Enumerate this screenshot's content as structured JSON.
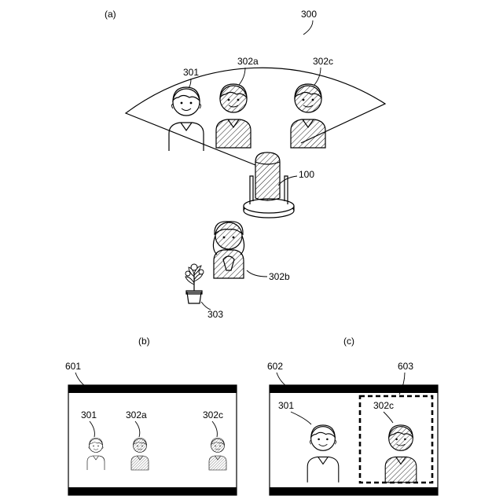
{
  "panels": {
    "a": "(a)",
    "b": "(b)",
    "c": "(c)"
  },
  "labels": {
    "range": "300",
    "person1": "301",
    "person2a": "302a",
    "person2c": "302c",
    "person2b": "302b",
    "device": "100",
    "plant": "303",
    "screen_b": "601",
    "screen_c": "602",
    "frame": "603",
    "b_person1": "301",
    "b_person2a": "302a",
    "b_person2c": "302c",
    "c_person1": "301",
    "c_person2c": "302c"
  },
  "colors": {
    "line": "#000000",
    "background": "#ffffff"
  }
}
